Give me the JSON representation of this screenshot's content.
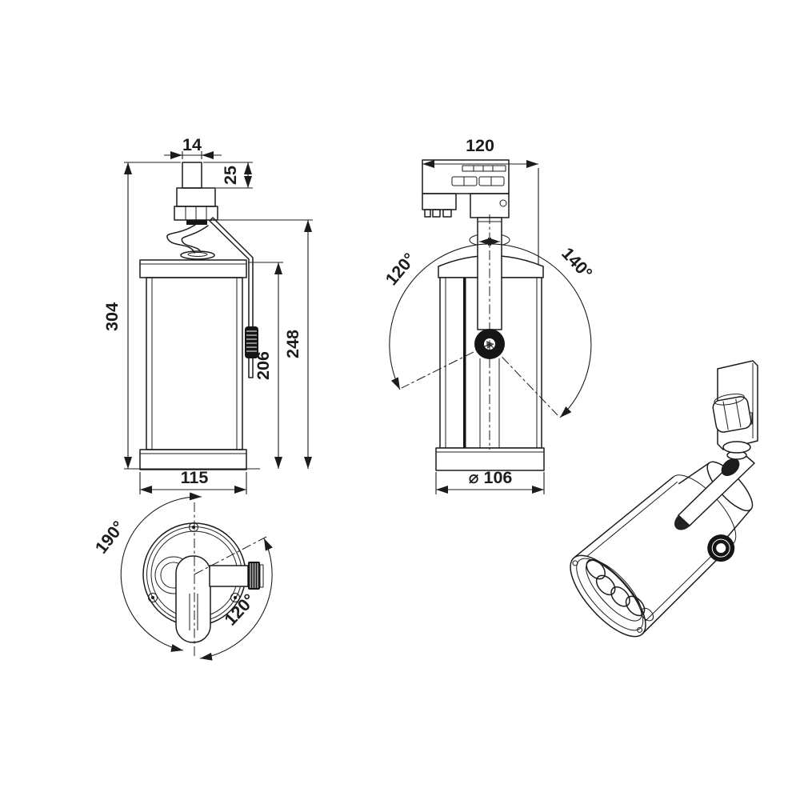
{
  "drawing": {
    "background": "#ffffff",
    "line_color": "#1c1c1c",
    "views": {
      "side": {
        "title": "side-view",
        "dims": {
          "stem_width": "14",
          "stem_height": "25",
          "overall_height": "304",
          "housing_height": "206",
          "body_height": "248",
          "housing_width": "115"
        }
      },
      "front": {
        "title": "front-view",
        "dims": {
          "adapter_width": "120",
          "tilt_left": "120°",
          "tilt_right": "140°",
          "diameter": "⌀ 106"
        }
      },
      "top": {
        "title": "top-view",
        "dims": {
          "rotation_left": "190°",
          "rotation_right": "120°"
        }
      },
      "perspective": {
        "title": "perspective-view"
      }
    }
  }
}
